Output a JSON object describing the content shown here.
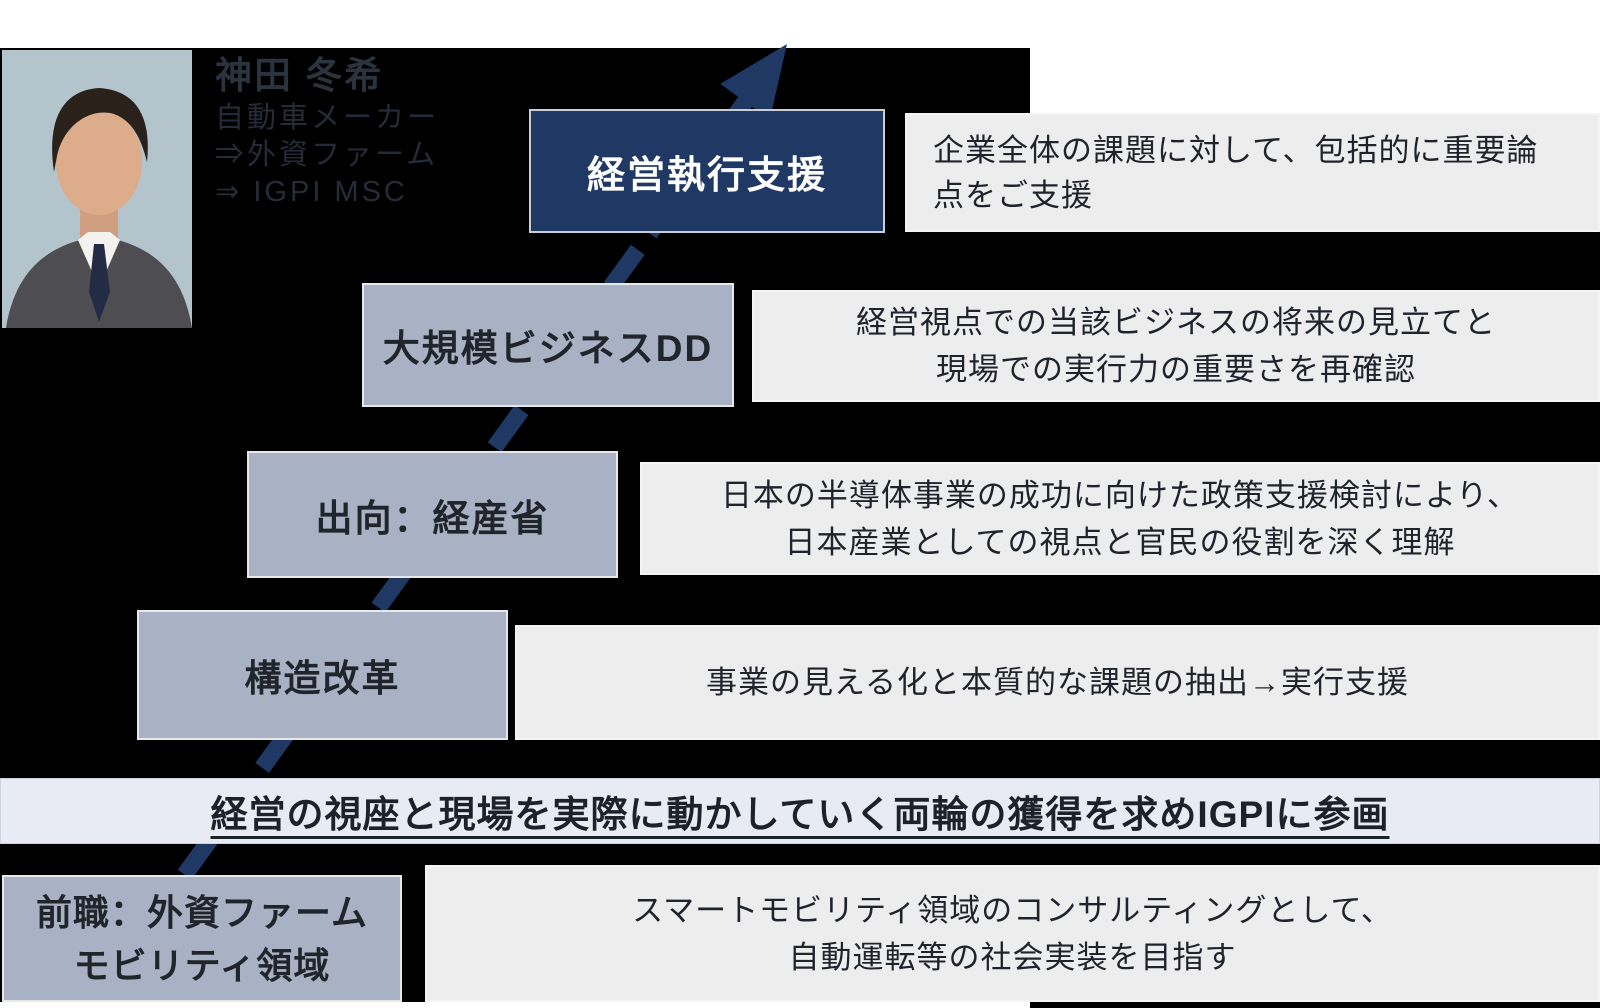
{
  "profile": {
    "name": "神田 冬希",
    "career_path": [
      "自動車メーカー",
      "⇒外資ファーム",
      "⇒ IGPI MSC"
    ]
  },
  "steps": [
    {
      "label": "経営執行支援",
      "desc_lines": [
        "企業全体の課題に対して、包括的に重要論",
        "点をご支援"
      ]
    },
    {
      "label": "大規模ビジネスDD",
      "desc_lines": [
        "経営視点での当該ビジネスの将来の見立てと",
        "現場での実行力の重要さを再確認"
      ]
    },
    {
      "label": "出向：経産省",
      "desc_lines": [
        "日本の半導体事業の成功に向けた政策支援検討により、",
        "日本産業としての視点と官民の役割を深く理解"
      ]
    },
    {
      "label": "構造改革",
      "desc_lines": [
        "事業の見える化と本質的な課題の抽出→実行支援"
      ]
    }
  ],
  "banner_text": "経営の視座と現場を実際に動かしていく両輪の獲得を求めIGPIに参画",
  "previous_role": {
    "label_lines": [
      "前職：外資ファーム",
      "モビリティ領域"
    ],
    "desc_lines": [
      "スマートモビリティ領域のコンサルティングとして、",
      "自動運転等の社会実装を目指す"
    ]
  },
  "colors": {
    "accent_navy": "#1f3864",
    "arrow": "#1f3864",
    "step_box_fill": "#a9b2c4",
    "desc_box_fill": "#ededee",
    "banner_fill": "#e8ebf4",
    "background_panel": "#000000",
    "canvas": "#ffffff",
    "label_text": "#20252c",
    "navy_label_text": "#ffffff"
  }
}
